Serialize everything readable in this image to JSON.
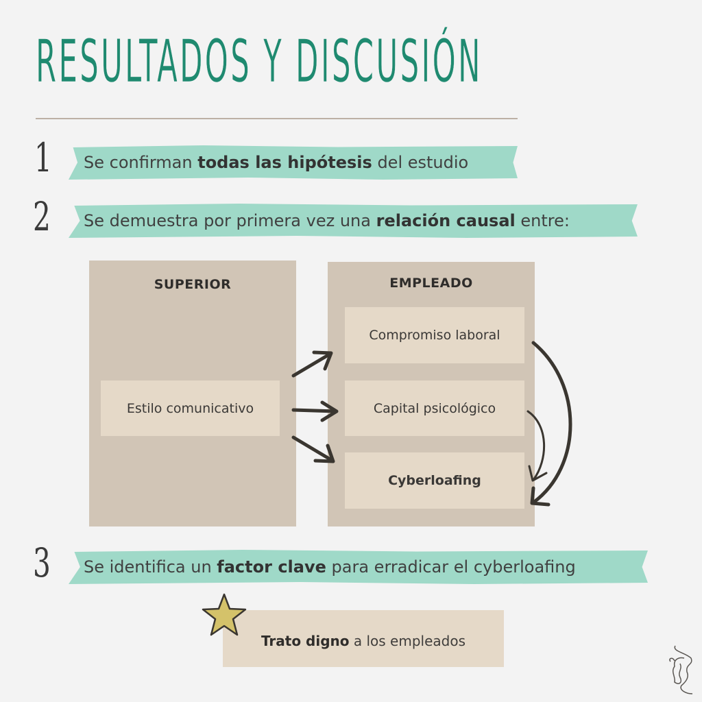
{
  "title": "RESULTADOS Y DISCUSIÓN",
  "points": [
    {
      "number": "1",
      "pre": "Se confirman ",
      "bold": "todas las hipótesis",
      "post": " del estudio"
    },
    {
      "number": "2",
      "pre": "Se demuestra por primera vez una ",
      "bold": "relación causal",
      "post": " entre:"
    },
    {
      "number": "3",
      "pre": "Se identifica un ",
      "bold": "factor clave",
      "post": " para erradicar el cyberloafing"
    }
  ],
  "diagram": {
    "superior": {
      "header": "SUPERIOR",
      "item": "Estilo comunicativo"
    },
    "empleado": {
      "header": "EMPLEADO",
      "items": [
        "Compromiso laboral",
        "Capital psicológico",
        "Cyberloafing"
      ]
    }
  },
  "key_factor": {
    "bold": "Trato digno",
    "rest": " a los empleados"
  },
  "colors": {
    "title": "#1f8a70",
    "brush": "#9fd9c8",
    "panel": "#d1c5b6",
    "inner": "#e5d9c8",
    "star": "#d4c26a"
  }
}
